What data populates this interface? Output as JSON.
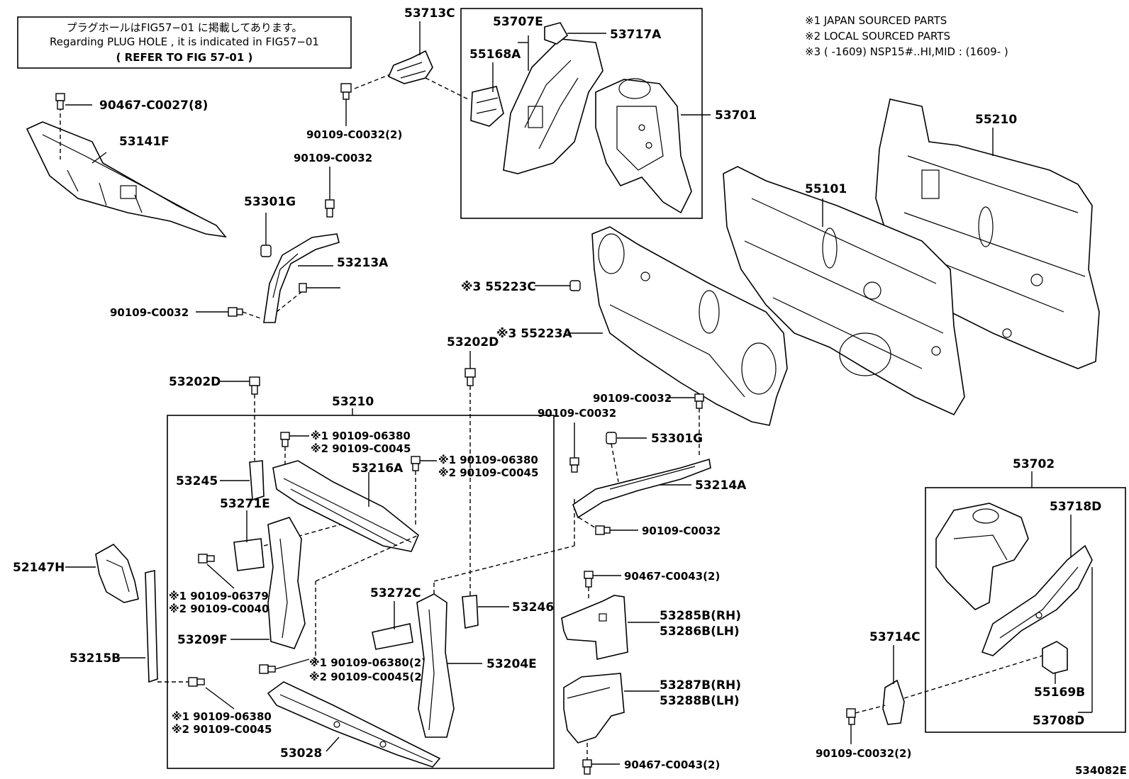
{
  "notes": {
    "plug_hole_jp": "プラグホールはFIG57−01 に掲載してあります。",
    "plug_hole_en": "Regarding  PLUG  HOLE , it  is  indicated  in  FIG57−01",
    "refer": "(   REFER  TO  FIG  57-01   )",
    "legend_1": "※1 JAPAN SOURCED PARTS",
    "legend_2": "※2 LOCAL SOURCED PARTS",
    "legend_3": "※3 (        -1609) NSP15#..HI,MID : (1609-        )"
  },
  "figure_id": "534082E",
  "labels": {
    "p53713C": "53713C",
    "p53707E": "53707E",
    "p53717A": "53717A",
    "p55168A": "55168A",
    "p53701": "53701",
    "p90467_c0027": "90467-C0027(8)",
    "p53141F": "53141F",
    "p90109_c0032_2a": "90109-C0032(2)",
    "p90109_c0032_a": "90109-C0032",
    "p53301G_a": "53301G",
    "p53213A": "53213A",
    "p90109_c0032_b": "90109-C0032",
    "p55210": "55210",
    "p55101": "55101",
    "p55223C": "※3 55223C",
    "p55223A": "※3 55223A",
    "p53202D_a": "53202D",
    "p53202D_b": "53202D",
    "p53210": "53210",
    "p90109_06380_a1": "※1 90109-06380",
    "p90109_c0045_a2": "※2 90109-C0045",
    "p90109_06380_b1": "※1 90109-06380",
    "p90109_c0045_b2": "※2 90109-C0045",
    "p53245": "53245",
    "p53216A": "53216A",
    "p53271E": "53271E",
    "p90109_c0032_c": "90109-C0032",
    "p90109_c0032_d": "90109-C0032",
    "p53301G_b": "53301G",
    "p53214A": "53214A",
    "p90109_c0032_e": "90109-C0032",
    "p52147H": "52147H",
    "p90109_06379_1": "※1 90109-06379",
    "p90109_c0040_2": "※2 90109-C0040",
    "p53209F": "53209F",
    "p53272C": "53272C",
    "p53246": "53246",
    "p53215B": "53215B",
    "p90109_06380_c1": "※1 90109-06380(2)",
    "p90109_c0045_c2": "※2 90109-C0045(2)",
    "p53204E": "53204E",
    "p90109_06380_d1": "※1  90109-06380",
    "p90109_c0045_d2": "※2  90109-C0045",
    "p53028": "53028",
    "p90467_c0043_a": "90467-C0043(2)",
    "p53285B": "53285B(RH)",
    "p53286B": "53286B(LH)",
    "p53287B": "53287B(RH)",
    "p53288B": "53288B(LH)",
    "p90467_c0043_b": "90467-C0043(2)",
    "p53702": "53702",
    "p53718D": "53718D",
    "p53714C": "53714C",
    "p55169B": "55169B",
    "p53708D": "53708D",
    "p90109_c0032_2b": "90109-C0032(2)"
  }
}
